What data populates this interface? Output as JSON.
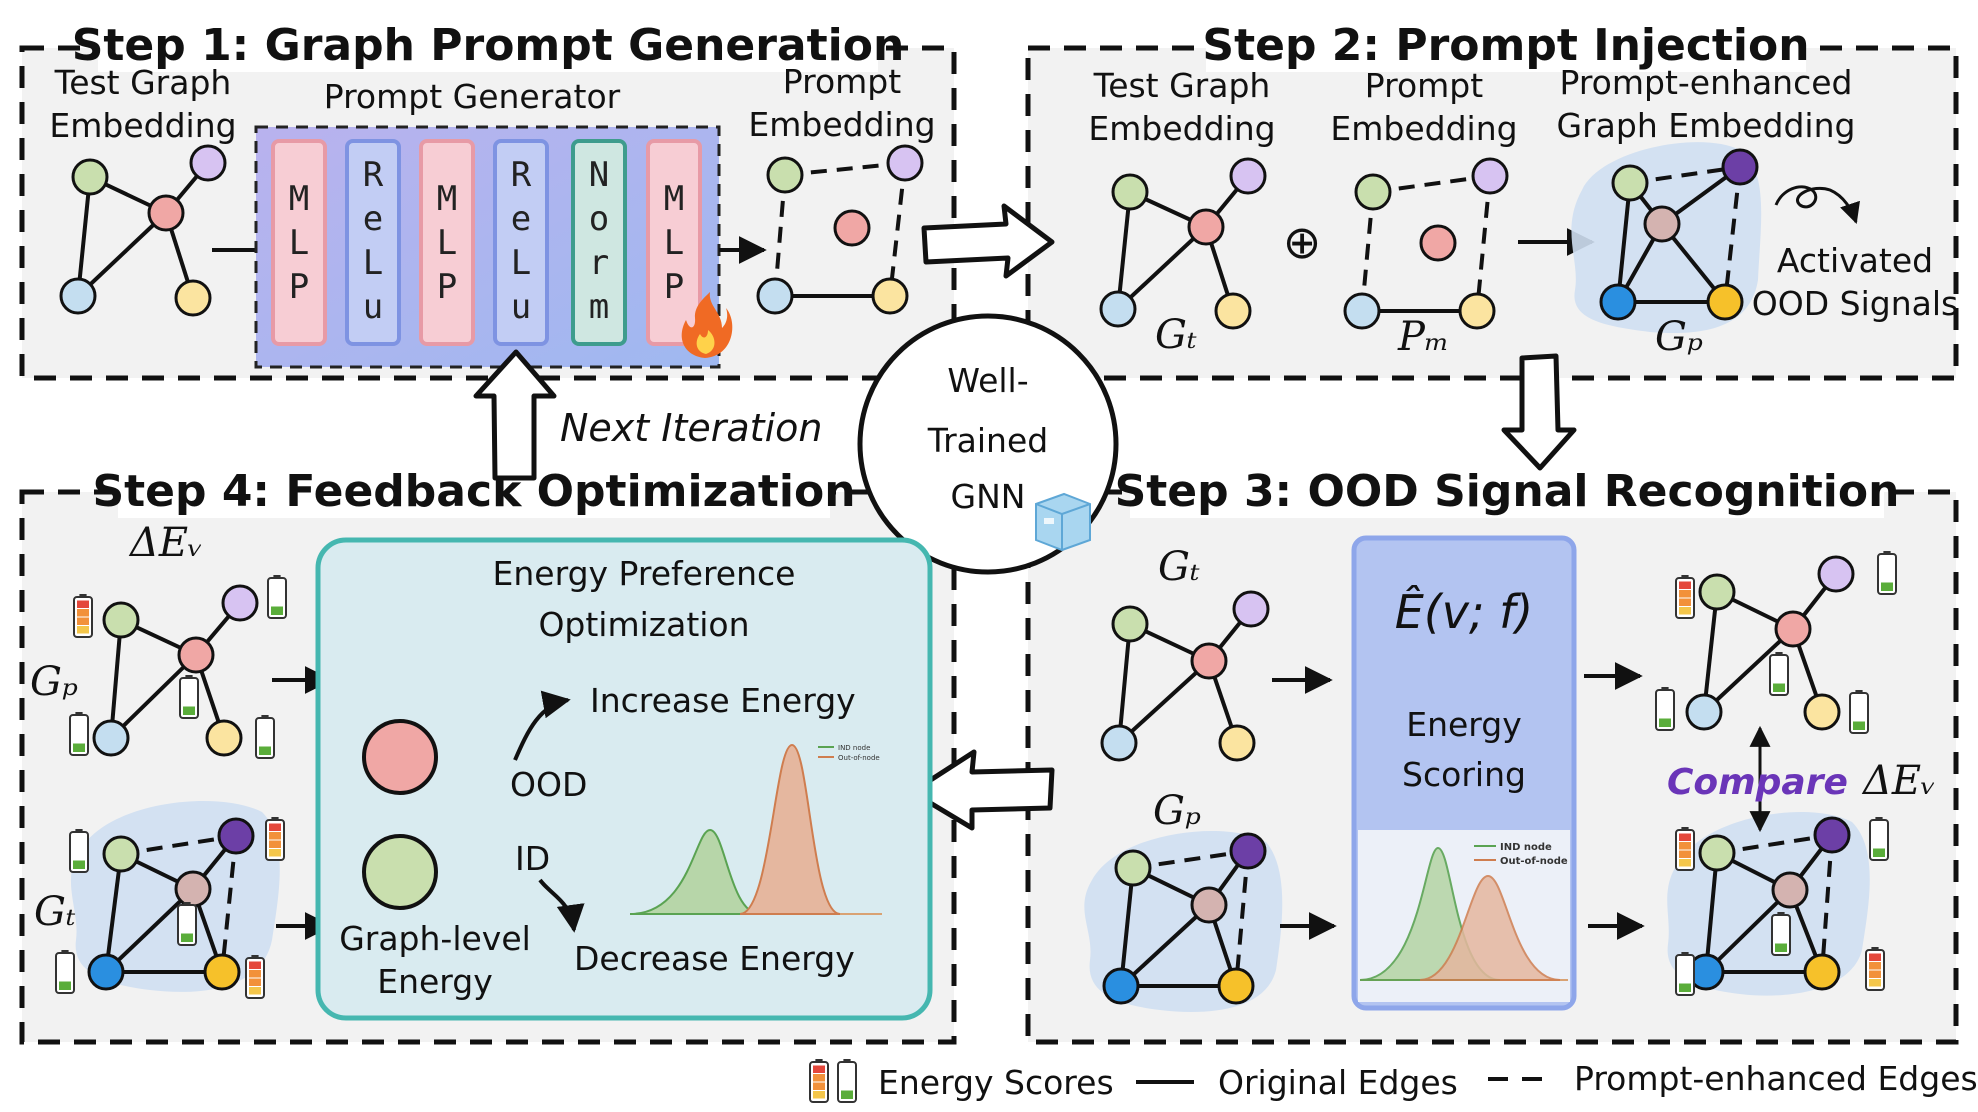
{
  "steps": {
    "step1": "Step 1: Graph Prompt Generation",
    "step2": "Step 2: Prompt Injection",
    "step3": "Step 3: OOD Signal Recognition",
    "step4": "Step 4: Feedback Optimization"
  },
  "step1": {
    "test_graph_label": [
      "Test Graph",
      "Embedding"
    ],
    "prompt_generator_label": "Prompt Generator",
    "prompt_embedding_label": [
      "Prompt",
      "Embedding"
    ]
  },
  "modules": {
    "mlp": [
      "M",
      "L",
      "P"
    ],
    "relu": [
      "R",
      "e",
      "L",
      "u"
    ],
    "norm": [
      "N",
      "o",
      "r",
      "m"
    ]
  },
  "step2": {
    "test_graph_label": [
      "Test Graph",
      "Embedding"
    ],
    "prompt_embedding_label": [
      "Prompt",
      "Embedding"
    ],
    "enhanced_label": [
      "Prompt-enhanced",
      "Graph Embedding"
    ],
    "activated_label": [
      "Activated",
      "OOD Signals"
    ]
  },
  "symbols": {
    "g_t": "Gₜ",
    "g_p": "Gₚ",
    "p_m": "Pₘ",
    "delta_ev": "ΔEᵥ",
    "oplus": "⊕"
  },
  "next_iteration": "Next Iteration",
  "gnn_label": [
    "Well-",
    "Trained",
    "GNN"
  ],
  "epo": {
    "title": [
      "Energy Preference",
      "Optimization"
    ],
    "increase_label": "Increase Energy",
    "decrease_label": "Decrease Energy",
    "ood_label": "OOD",
    "id_label": "ID",
    "graph_level_label": [
      "Graph-level",
      "Energy"
    ],
    "legend": [
      "IND node",
      "Out-of-node"
    ]
  },
  "scoring": {
    "formula": "Ê(v; f)",
    "label": [
      "Energy",
      "Scoring"
    ],
    "legend": [
      "IND node",
      "Out-of-node"
    ]
  },
  "compare": {
    "label": "Compare"
  },
  "legend": {
    "energy_scores": "Energy Scores",
    "original_edges": "Original Edges",
    "prompt_edges": "Prompt-enhanced Edges"
  },
  "colors": {
    "battery_red": "#e4473b",
    "battery_orange": "#f2913a",
    "battery_yellow": "#f4c64a",
    "battery_green": "#5aad3a",
    "gnn_purple": "#6a35b8"
  },
  "batteries": [
    {
      "level": "high"
    },
    {
      "level": "low"
    },
    {
      "level": "low"
    },
    {
      "level": "low"
    },
    {
      "level": "low"
    },
    {
      "level": "low"
    },
    {
      "level": "low"
    },
    {
      "level": "high"
    },
    {
      "level": "low"
    },
    {
      "level": "high"
    },
    {
      "level": "high"
    },
    {
      "level": "high"
    },
    {
      "level": "low"
    },
    {
      "level": "high"
    },
    {
      "level": "low"
    },
    {
      "level": "low"
    },
    {
      "level": "low"
    },
    {
      "level": "low"
    },
    {
      "level": "low"
    },
    {
      "level": "low"
    },
    {
      "level": "high"
    },
    {
      "level": "high"
    },
    {
      "level": "high"
    },
    {
      "level": "high"
    }
  ]
}
